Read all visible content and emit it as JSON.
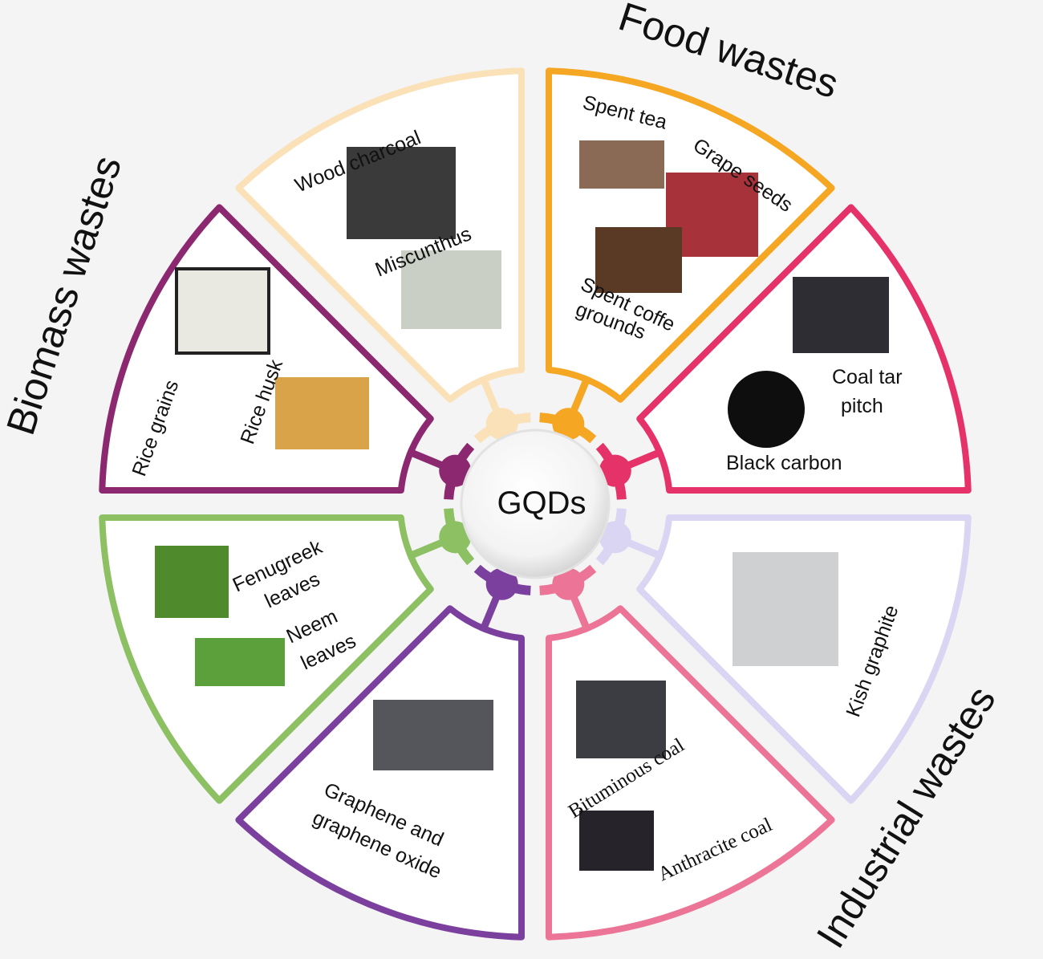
{
  "center_label": "GQDs",
  "categories": {
    "food": "Food wastes",
    "biomass": "Biomass wastes",
    "industrial": "Industrial wastes"
  },
  "sources": {
    "wood_charcoal": "Wood charcoal",
    "miscunthus": "Miscunthus",
    "spent_tea": "Spent tea",
    "grape_seeds": "Grape seeds",
    "spent_coffee_1": "Spent coffe",
    "spent_coffee_2": "grounds",
    "coal_tar_1": "Coal tar",
    "coal_tar_2": "pitch",
    "black_carbon": "Black carbon",
    "kish_graphite": "Kish graphite",
    "bituminous_coal": "Bituminous coal",
    "anthracite_coal": "Anthracite coal",
    "graphene_1": "Graphene and",
    "graphene_2": "graphene oxide",
    "fenugreek_1": "Fenugreek",
    "fenugreek_2": "leaves",
    "neem_1": "Neem",
    "neem_2": "leaves",
    "rice_grains": "Rice grains",
    "rice_husk": "Rice husk"
  },
  "segment_colors": [
    "#f5a623",
    "#e5336a",
    "#d9d5f2",
    "#ec7597",
    "#7b3f9e",
    "#8cc063",
    "#8b2870",
    "#fae1b8"
  ]
}
